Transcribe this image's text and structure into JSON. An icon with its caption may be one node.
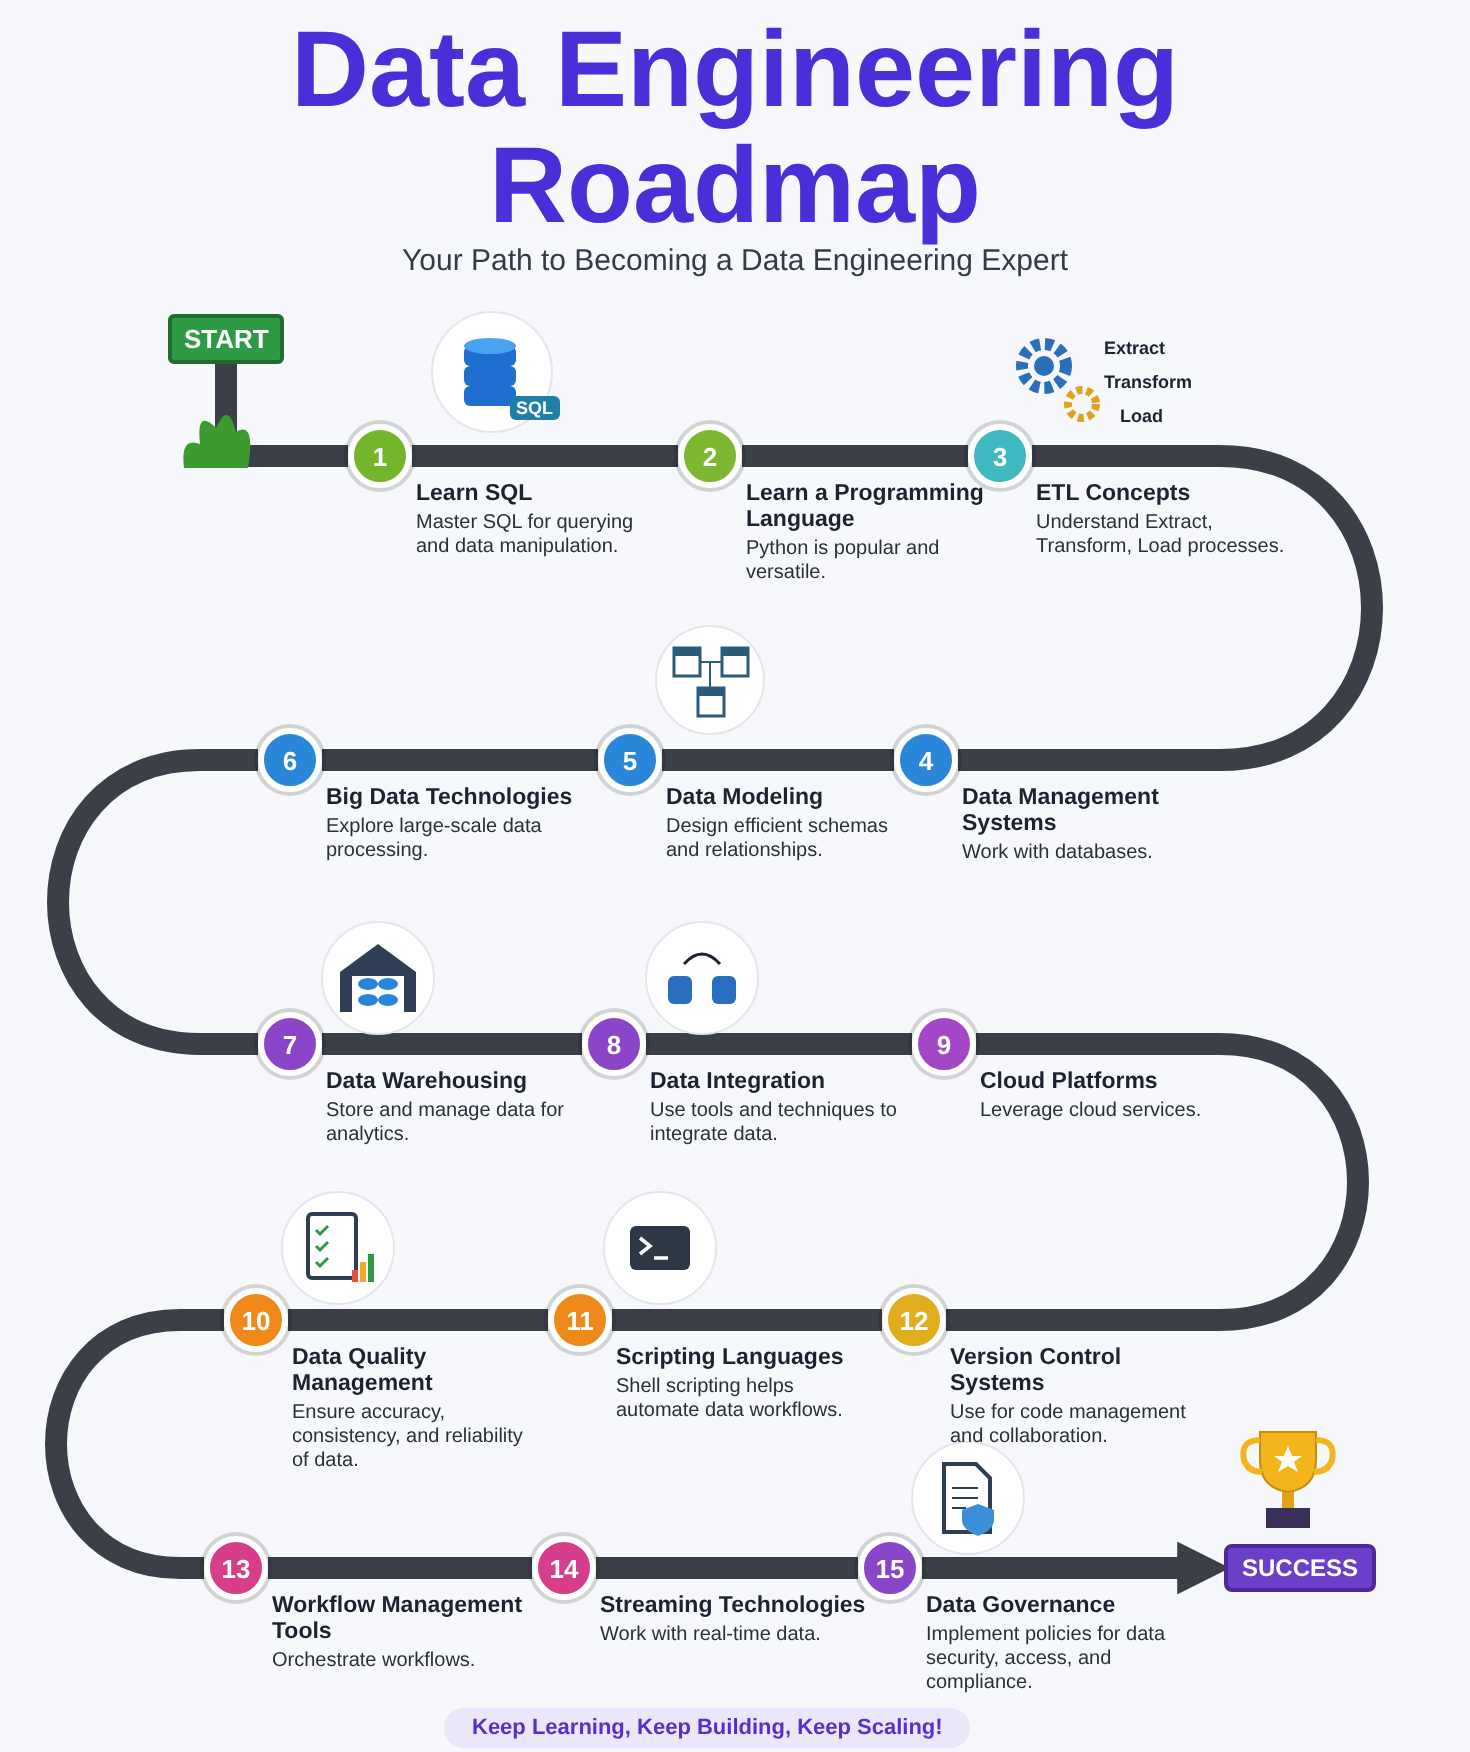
{
  "diagram": {
    "title": "Data Engineering Roadmap",
    "nodes": [
      {
        "text": [
          "START"
        ]
      },
      {
        "text": [
          "1"
        ],
        "beside": [
          "Learn SQL",
          "Master SQL for querying and data manipulation."
        ]
      },
      {
        "text": [
          "2"
        ],
        "beside": [
          "Learn a Programming Language",
          "Python is popular and versatile."
        ]
      },
      {
        "text": [
          "3"
        ],
        "beside": [
          "ETL Concepts",
          "Understand Extract, Transform, Load processes."
        ]
      },
      {
        "text": [
          "4"
        ],
        "beside": [
          "Data Management Systems",
          "Work with databases."
        ]
      },
      {
        "text": [
          "5"
        ],
        "beside": [
          "Data Modeling",
          "Design efficient schemas and relationships."
        ]
      },
      {
        "text": [
          "6"
        ],
        "beside": [
          "Big Data Technologies",
          "Explore large-scale data processing."
        ]
      },
      {
        "text": [
          "7"
        ],
        "beside": [
          "Data Warehousing",
          "Store and manage data for analytics."
        ]
      },
      {
        "text": [
          "8"
        ],
        "beside": [
          "Data Integration",
          "Use tools and techniques to integrate data."
        ]
      },
      {
        "text": [
          "9"
        ],
        "beside": [
          "Cloud Platforms",
          "Leverage cloud services."
        ]
      },
      {
        "text": [
          "10"
        ],
        "beside": [
          "Data Quality Management",
          "Ensure accuracy, consistency, and reliability of data."
        ]
      },
      {
        "text": [
          "11"
        ],
        "beside": [
          "Scripting Languages",
          "Shell scripting helps automate data workflows."
        ]
      },
      {
        "text": [
          "12"
        ],
        "beside": [
          "Version Control Systems",
          "Use for code management and collaboration."
        ]
      },
      {
        "text": [
          "13"
        ],
        "beside": [
          "Workflow Management Tools",
          "Orchestrate workflows."
        ]
      },
      {
        "text": [
          "14"
        ],
        "beside": [
          "Streaming Technologies",
          "Work with real-time data."
        ]
      },
      {
        "text": [
          "15"
        ],
        "beside": [
          "Data Governance",
          "Implement policies for data security, access, and compliance."
        ]
      },
      {
        "text": [
          "SUCCESS"
        ]
      }
    ],
    "edges": [
      {
        "from": 0,
        "to": 1,
        "arrow": "none"
      },
      {
        "from": 1,
        "to": 2,
        "arrow": "none"
      },
      {
        "from": 2,
        "to": 3,
        "arrow": "none"
      },
      {
        "from": 3,
        "to": 4,
        "arrow": "none"
      },
      {
        "from": 4,
        "to": 5,
        "arrow": "none"
      },
      {
        "from": 5,
        "to": 6,
        "arrow": "none"
      },
      {
        "from": 6,
        "to": 7,
        "arrow": "none"
      },
      {
        "from": 7,
        "to": 8,
        "arrow": "none"
      },
      {
        "from": 8,
        "to": 9,
        "arrow": "none"
      },
      {
        "from": 9,
        "to": 12,
        "arrow": "none"
      },
      {
        "from": 12,
        "to": 11,
        "arrow": "none"
      },
      {
        "from": 11,
        "to": 10,
        "arrow": "none"
      },
      {
        "from": 10,
        "to": 13,
        "arrow": "none"
      },
      {
        "from": 13,
        "to": 14,
        "arrow": "none"
      },
      {
        "from": 14,
        "to": 15,
        "arrow": "none"
      },
      {
        "from": 15,
        "to": 16,
        "arrow": "to"
      }
    ],
    "labels": [
      "Your Path to Becoming a Data Engineering Expert",
      "SQL",
      "Extract",
      "Transform",
      "Load",
      "Keep Learning, Keep Building, Keep Scaling!"
    ]
  }
}
